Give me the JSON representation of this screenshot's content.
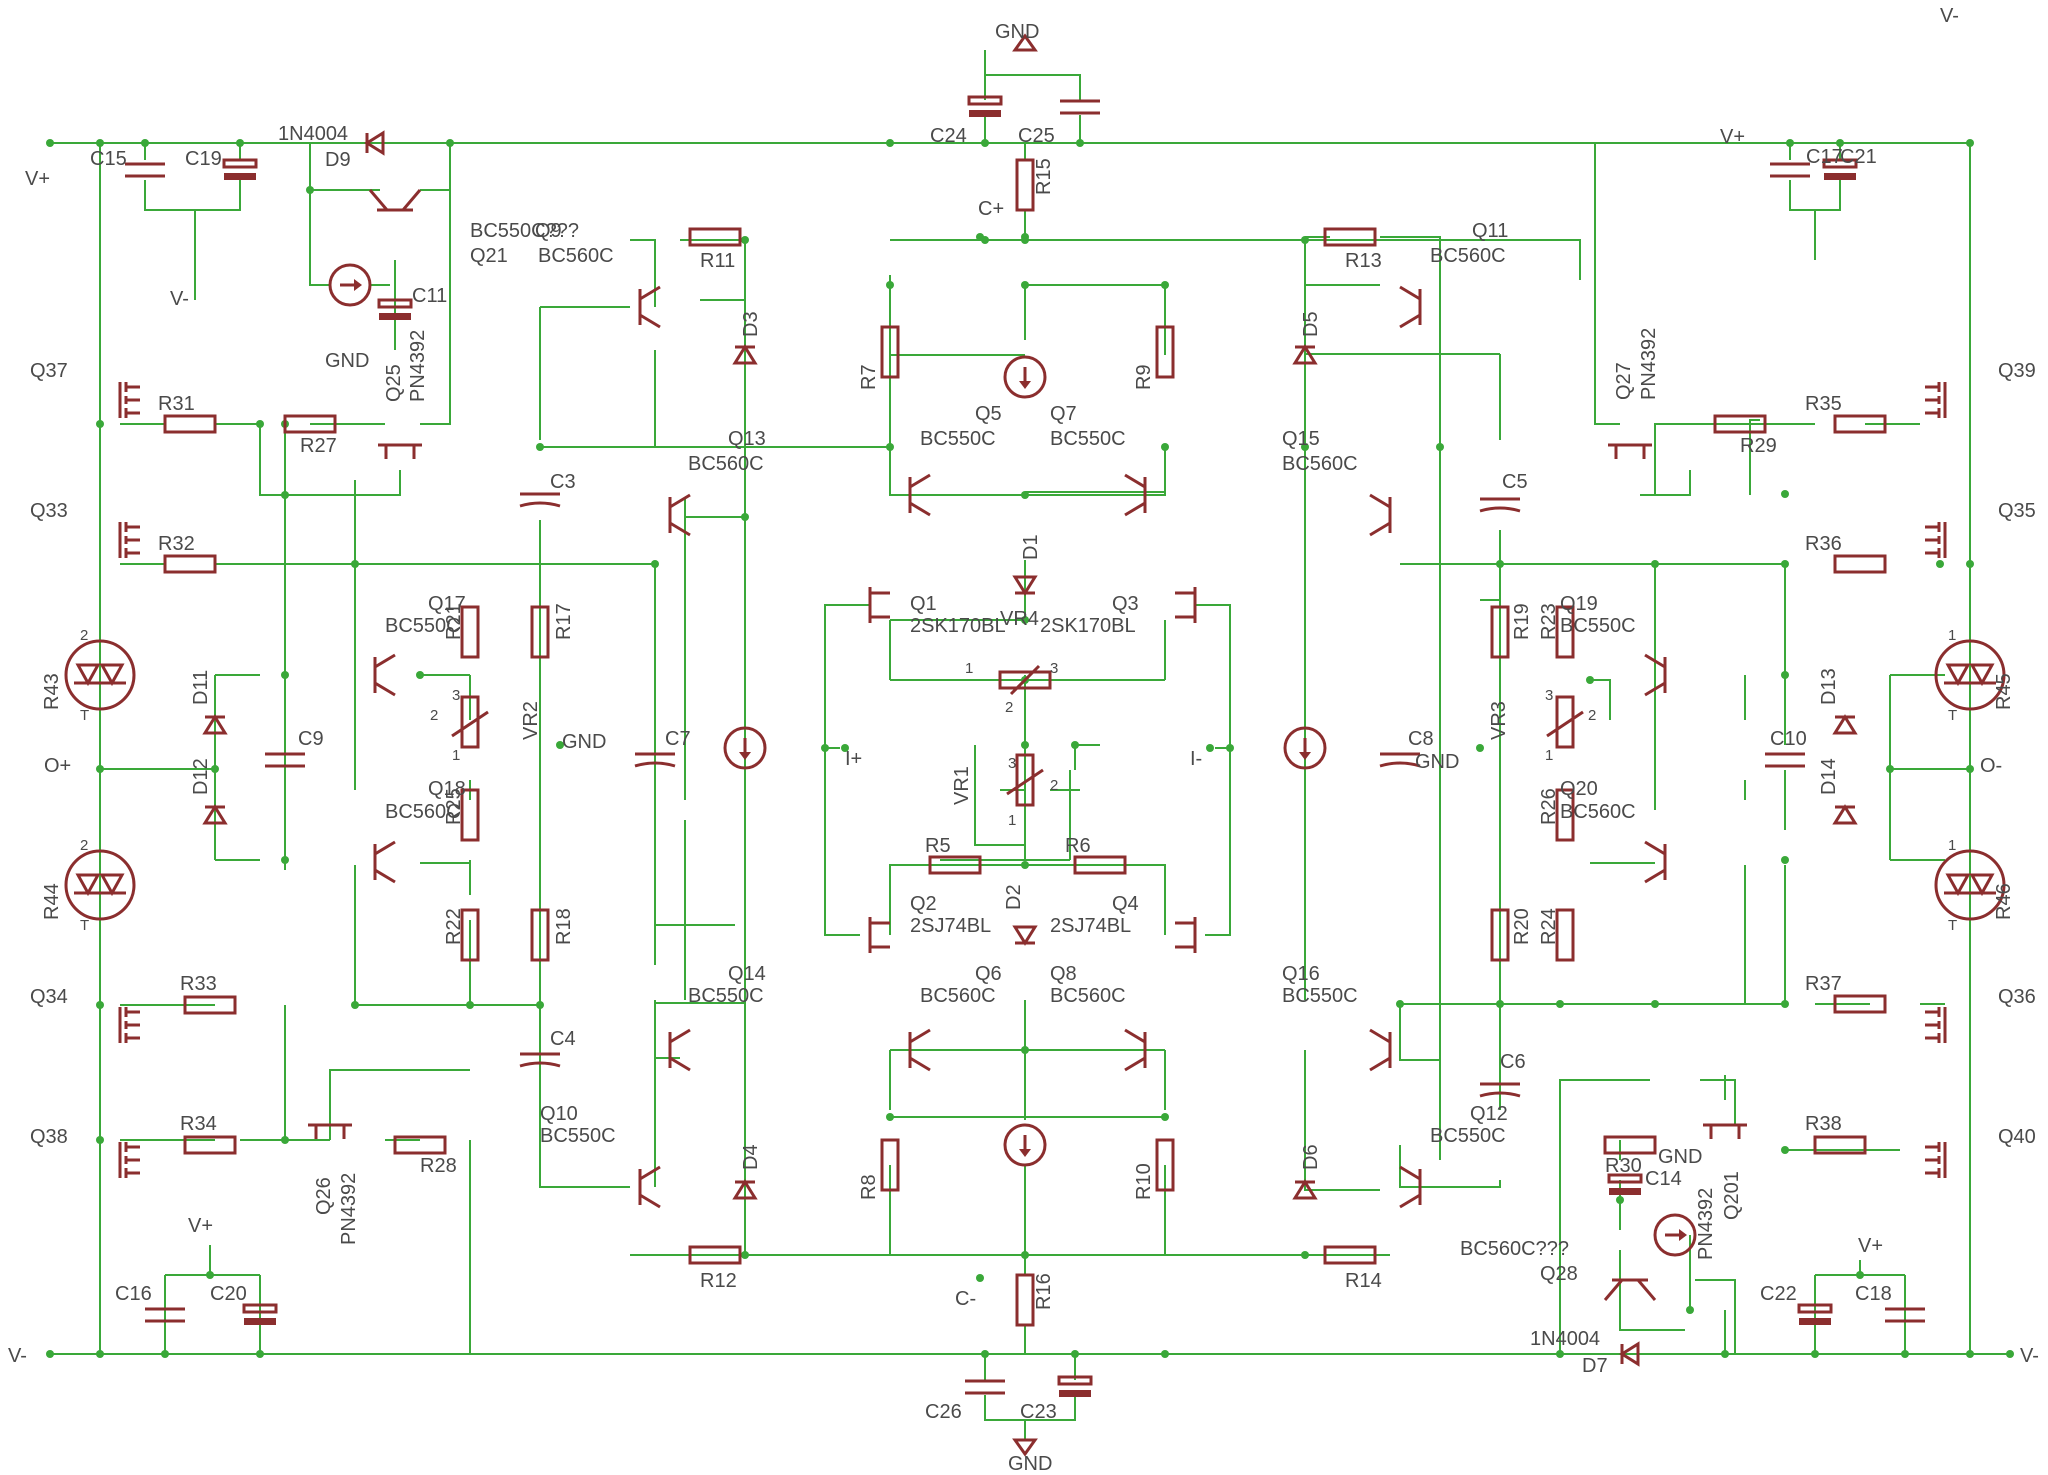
{
  "colors": {
    "wire": "#3aa839",
    "component": "#8b2e2e",
    "label": "#4a4a4a",
    "background": "#ffffff"
  },
  "labels": [
    {
      "id": "gnd-top",
      "text": "GND"
    },
    {
      "id": "vminus-tr",
      "text": "V-"
    },
    {
      "id": "vplus-l",
      "text": "V+"
    },
    {
      "id": "vminus-l1",
      "text": "V-"
    },
    {
      "id": "vplus-bl",
      "text": "V+"
    },
    {
      "id": "vminus-bl",
      "text": "V-"
    },
    {
      "id": "vplus-r",
      "text": "V+"
    },
    {
      "id": "vplus-br",
      "text": "V+"
    },
    {
      "id": "vminus-br",
      "text": "V-"
    },
    {
      "id": "gnd-c11",
      "text": "GND"
    },
    {
      "id": "gnd-vr2",
      "text": "GND"
    },
    {
      "id": "gnd-c8",
      "text": "GND"
    },
    {
      "id": "gnd-r30",
      "text": "GND"
    },
    {
      "id": "gnd-bottom",
      "text": "GND"
    },
    {
      "id": "oplus",
      "text": "O+"
    },
    {
      "id": "ominus",
      "text": "O-"
    },
    {
      "id": "iplus",
      "text": "I+"
    },
    {
      "id": "iminus",
      "text": "I-"
    },
    {
      "id": "cplus",
      "text": "C+"
    },
    {
      "id": "cminus",
      "text": "C-"
    },
    {
      "id": "C15",
      "text": "C15"
    },
    {
      "id": "C19",
      "text": "C19"
    },
    {
      "id": "d9-type",
      "text": "1N4004"
    },
    {
      "id": "D9",
      "text": "D9"
    },
    {
      "id": "C24",
      "text": "C24"
    },
    {
      "id": "C25",
      "text": "C25"
    },
    {
      "id": "R15",
      "text": "R15"
    },
    {
      "id": "C17",
      "text": "C17"
    },
    {
      "id": "C21",
      "text": "C21"
    },
    {
      "id": "Q9",
      "text": "Q9"
    },
    {
      "id": "q21-type",
      "text": "BC550C???"
    },
    {
      "id": "Q21",
      "text": "Q21"
    },
    {
      "id": "q9-type",
      "text": "BC560C"
    },
    {
      "id": "R11",
      "text": "R11"
    },
    {
      "id": "C11",
      "text": "C11"
    },
    {
      "id": "Q25",
      "text": "Q25"
    },
    {
      "id": "q25-type",
      "text": "PN4392"
    },
    {
      "id": "Q37",
      "text": "Q37"
    },
    {
      "id": "R31",
      "text": "R31"
    },
    {
      "id": "R27",
      "text": "R27"
    },
    {
      "id": "D3",
      "text": "D3"
    },
    {
      "id": "R7",
      "text": "R7"
    },
    {
      "id": "Q5",
      "text": "Q5"
    },
    {
      "id": "q5-type",
      "text": "BC550C"
    },
    {
      "id": "Q7",
      "text": "Q7"
    },
    {
      "id": "q7-type",
      "text": "BC550C"
    },
    {
      "id": "R9",
      "text": "R9"
    },
    {
      "id": "D5",
      "text": "D5"
    },
    {
      "id": "R13",
      "text": "R13"
    },
    {
      "id": "Q11",
      "text": "Q11"
    },
    {
      "id": "q11-type",
      "text": "BC560C"
    },
    {
      "id": "Q27",
      "text": "Q27"
    },
    {
      "id": "q27-type",
      "text": "PN4392"
    },
    {
      "id": "R29",
      "text": "R29"
    },
    {
      "id": "R35",
      "text": "R35"
    },
    {
      "id": "Q39",
      "text": "Q39"
    },
    {
      "id": "Q13",
      "text": "Q13"
    },
    {
      "id": "q13-type",
      "text": "BC560C"
    },
    {
      "id": "Q15",
      "text": "Q15"
    },
    {
      "id": "q15-type",
      "text": "BC560C"
    },
    {
      "id": "Q33",
      "text": "Q33"
    },
    {
      "id": "R32",
      "text": "R32"
    },
    {
      "id": "C3",
      "text": "C3"
    },
    {
      "id": "D1",
      "text": "D1"
    },
    {
      "id": "C5",
      "text": "C5"
    },
    {
      "id": "Q35",
      "text": "Q35"
    },
    {
      "id": "R36",
      "text": "R36"
    },
    {
      "id": "Q17",
      "text": "Q17"
    },
    {
      "id": "q17-type",
      "text": "BC550C"
    },
    {
      "id": "R21",
      "text": "R21"
    },
    {
      "id": "R17",
      "text": "R17"
    },
    {
      "id": "Q1",
      "text": "Q1"
    },
    {
      "id": "q1-type",
      "text": "2SK170BL"
    },
    {
      "id": "VR4",
      "text": "VR4"
    },
    {
      "id": "Q3",
      "text": "Q3"
    },
    {
      "id": "q3-type",
      "text": "2SK170BL"
    },
    {
      "id": "R19",
      "text": "R19"
    },
    {
      "id": "R23",
      "text": "R23"
    },
    {
      "id": "Q19",
      "text": "Q19"
    },
    {
      "id": "q19-type",
      "text": "BC550C"
    },
    {
      "id": "R43",
      "text": "R43"
    },
    {
      "id": "R45",
      "text": "R45"
    },
    {
      "id": "D11",
      "text": "D11"
    },
    {
      "id": "D13",
      "text": "D13"
    },
    {
      "id": "C9",
      "text": "C9"
    },
    {
      "id": "VR2",
      "text": "VR2"
    },
    {
      "id": "C7",
      "text": "C7"
    },
    {
      "id": "VR1",
      "text": "VR1"
    },
    {
      "id": "C8",
      "text": "C8"
    },
    {
      "id": "VR3",
      "text": "VR3"
    },
    {
      "id": "C10",
      "text": "C10"
    },
    {
      "id": "D12",
      "text": "D12"
    },
    {
      "id": "D14",
      "text": "D14"
    },
    {
      "id": "Q18",
      "text": "Q18"
    },
    {
      "id": "q18-type",
      "text": "BC560C"
    },
    {
      "id": "R25",
      "text": "R25"
    },
    {
      "id": "Q20",
      "text": "Q20"
    },
    {
      "id": "q20-type",
      "text": "BC560C"
    },
    {
      "id": "R26",
      "text": "R26"
    },
    {
      "id": "R5",
      "text": "R5"
    },
    {
      "id": "R6",
      "text": "R6"
    },
    {
      "id": "R44",
      "text": "R44"
    },
    {
      "id": "R46",
      "text": "R46"
    },
    {
      "id": "Q2",
      "text": "Q2"
    },
    {
      "id": "q2-type",
      "text": "2SJ74BL"
    },
    {
      "id": "D2",
      "text": "D2"
    },
    {
      "id": "Q4",
      "text": "Q4"
    },
    {
      "id": "q4-type",
      "text": "2SJ74BL"
    },
    {
      "id": "R22",
      "text": "R22"
    },
    {
      "id": "R18",
      "text": "R18"
    },
    {
      "id": "R20",
      "text": "R20"
    },
    {
      "id": "R24",
      "text": "R24"
    },
    {
      "id": "Q14",
      "text": "Q14"
    },
    {
      "id": "q14-type",
      "text": "BC550C"
    },
    {
      "id": "Q6",
      "text": "Q6"
    },
    {
      "id": "q6-type",
      "text": "BC560C"
    },
    {
      "id": "Q8",
      "text": "Q8"
    },
    {
      "id": "q8-type",
      "text": "BC560C"
    },
    {
      "id": "Q16",
      "text": "Q16"
    },
    {
      "id": "q16-type",
      "text": "BC550C"
    },
    {
      "id": "Q34",
      "text": "Q34"
    },
    {
      "id": "R33",
      "text": "R33"
    },
    {
      "id": "C4",
      "text": "C4"
    },
    {
      "id": "C6",
      "text": "C6"
    },
    {
      "id": "Q36",
      "text": "Q36"
    },
    {
      "id": "R37",
      "text": "R37"
    },
    {
      "id": "Q38",
      "text": "Q38"
    },
    {
      "id": "R34",
      "text": "R34"
    },
    {
      "id": "Q10",
      "text": "Q10"
    },
    {
      "id": "q10-type",
      "text": "BC550C"
    },
    {
      "id": "Q12",
      "text": "Q12"
    },
    {
      "id": "q12-type",
      "text": "BC550C"
    },
    {
      "id": "R38",
      "text": "R38"
    },
    {
      "id": "Q40",
      "text": "Q40"
    },
    {
      "id": "Q26",
      "text": "Q26"
    },
    {
      "id": "q26-type",
      "text": "PN4392"
    },
    {
      "id": "R28",
      "text": "R28"
    },
    {
      "id": "D4",
      "text": "D4"
    },
    {
      "id": "R8",
      "text": "R8"
    },
    {
      "id": "R10",
      "text": "R10"
    },
    {
      "id": "D6",
      "text": "D6"
    },
    {
      "id": "R30",
      "text": "R30"
    },
    {
      "id": "C14",
      "text": "C14"
    },
    {
      "id": "q201-type",
      "text": "PN4392"
    },
    {
      "id": "Q201",
      "text": "Q201"
    },
    {
      "id": "R12",
      "text": "R12"
    },
    {
      "id": "R16",
      "text": "R16"
    },
    {
      "id": "R14",
      "text": "R14"
    },
    {
      "id": "C16",
      "text": "C16"
    },
    {
      "id": "C20",
      "text": "C20"
    },
    {
      "id": "q28-type",
      "text": "BC560C???"
    },
    {
      "id": "Q28",
      "text": "Q28"
    },
    {
      "id": "C22",
      "text": "C22"
    },
    {
      "id": "C18",
      "text": "C18"
    },
    {
      "id": "C26",
      "text": "C26"
    },
    {
      "id": "C23",
      "text": "C23"
    },
    {
      "id": "d7-type",
      "text": "1N4004"
    },
    {
      "id": "D7",
      "text": "D7"
    },
    {
      "id": "vr4-p1",
      "text": "1"
    },
    {
      "id": "vr4-p3",
      "text": "3"
    },
    {
      "id": "vr4-p2",
      "text": "2"
    },
    {
      "id": "vr1-p3",
      "text": "3"
    },
    {
      "id": "vr1-p2",
      "text": "2"
    },
    {
      "id": "vr1-p1",
      "text": "1"
    },
    {
      "id": "vr2-p3",
      "text": "3"
    },
    {
      "id": "vr2-p2",
      "text": "2"
    },
    {
      "id": "vr2-p1",
      "text": "1"
    },
    {
      "id": "vr3-p3",
      "text": "3"
    },
    {
      "id": "vr3-p2",
      "text": "2"
    },
    {
      "id": "vr3-p1",
      "text": "1"
    },
    {
      "id": "r43-p2",
      "text": "2"
    },
    {
      "id": "r43-t",
      "text": "T"
    },
    {
      "id": "r44-p2",
      "text": "2"
    },
    {
      "id": "r44-t",
      "text": "T"
    },
    {
      "id": "r45-p1",
      "text": "1"
    },
    {
      "id": "r45-t",
      "text": "T"
    },
    {
      "id": "r46-p1",
      "text": "1"
    },
    {
      "id": "r46-t",
      "text": "T"
    }
  ]
}
